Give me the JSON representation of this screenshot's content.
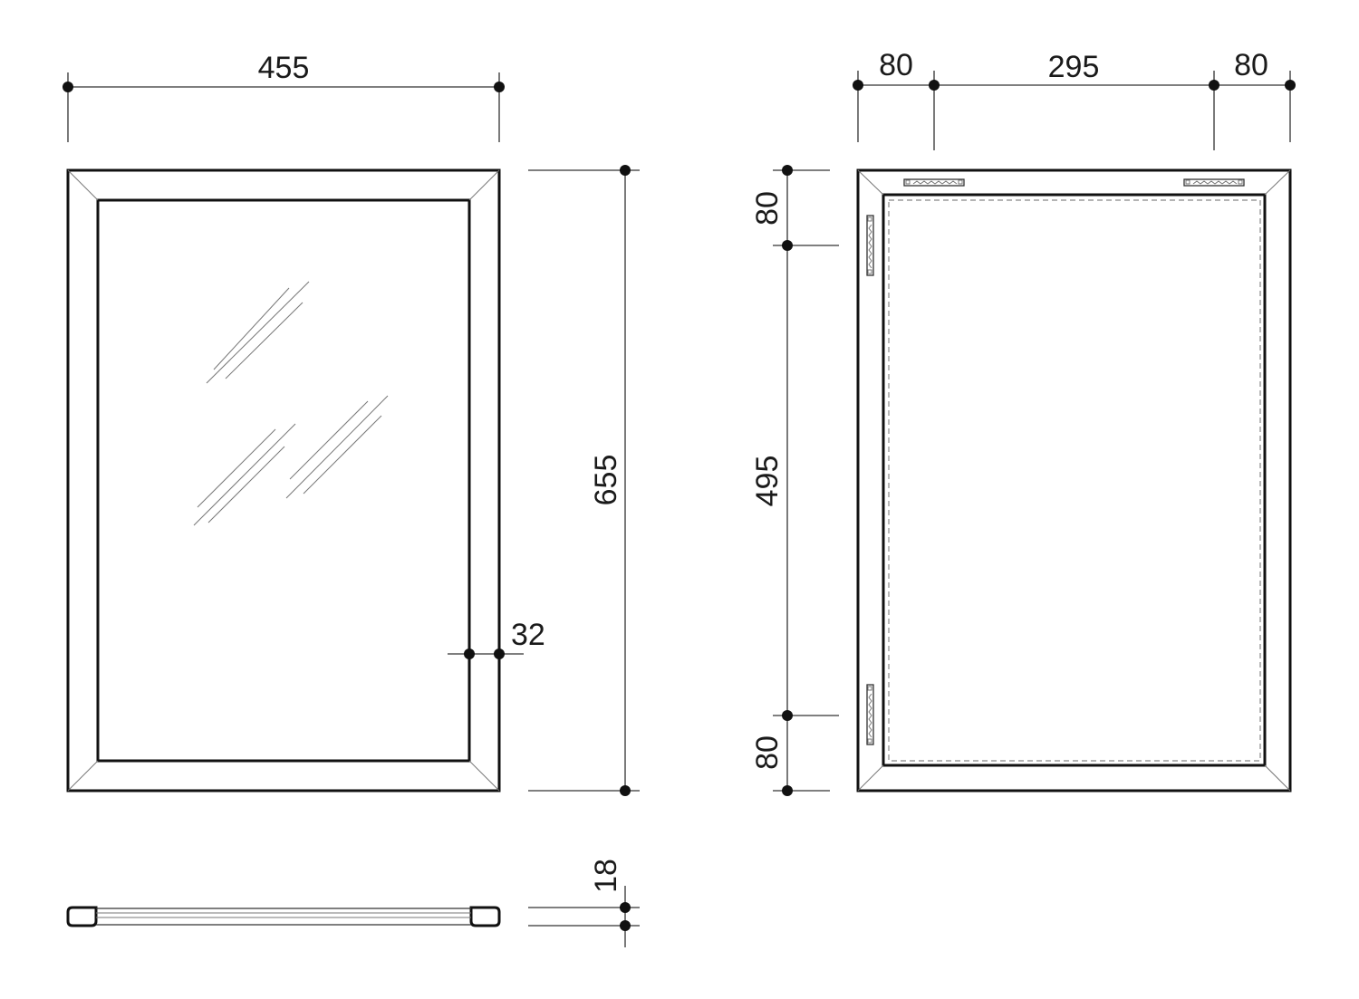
{
  "front_view": {
    "width_label": "455",
    "height_label": "655",
    "frame_label": "32"
  },
  "back_view": {
    "left_margin_label": "80",
    "center_width_label": "295",
    "right_margin_label": "80",
    "top_margin_label": "80",
    "middle_height_label": "495",
    "bottom_margin_label": "80"
  },
  "side_view": {
    "thickness_label": "18"
  },
  "colors": {
    "line": "#111111",
    "background": "#ffffff"
  }
}
